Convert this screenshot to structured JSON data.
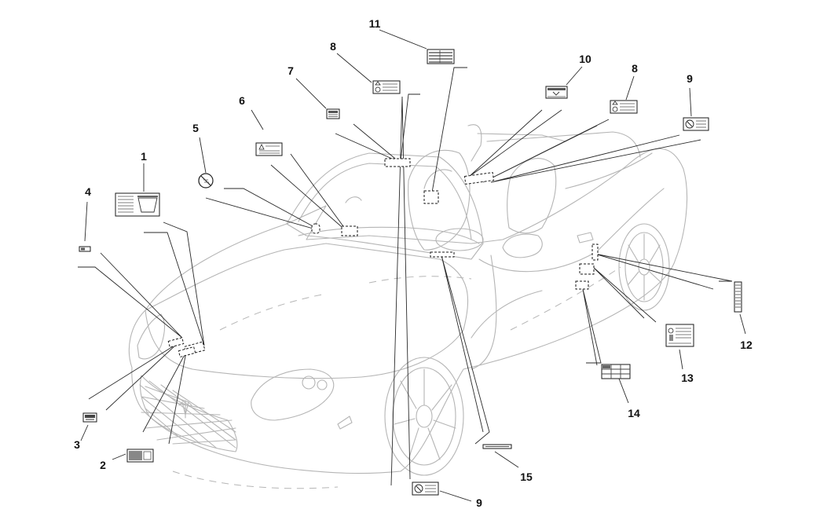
{
  "callouts": {
    "c1": "1",
    "c2": "2",
    "c3": "3",
    "c4": "4",
    "c5": "5",
    "c6": "6",
    "c7": "7",
    "c8a": "8",
    "c8b": "8",
    "c9a": "9",
    "c9b": "9",
    "c10": "10",
    "c11": "11",
    "c12": "12",
    "c13": "13",
    "c14": "14",
    "c15": "15"
  },
  "icons": {
    "no_entry": "no-entry-icon",
    "warning": "warning-triangle-icon",
    "warning_circle": "warning-circle-icon"
  }
}
